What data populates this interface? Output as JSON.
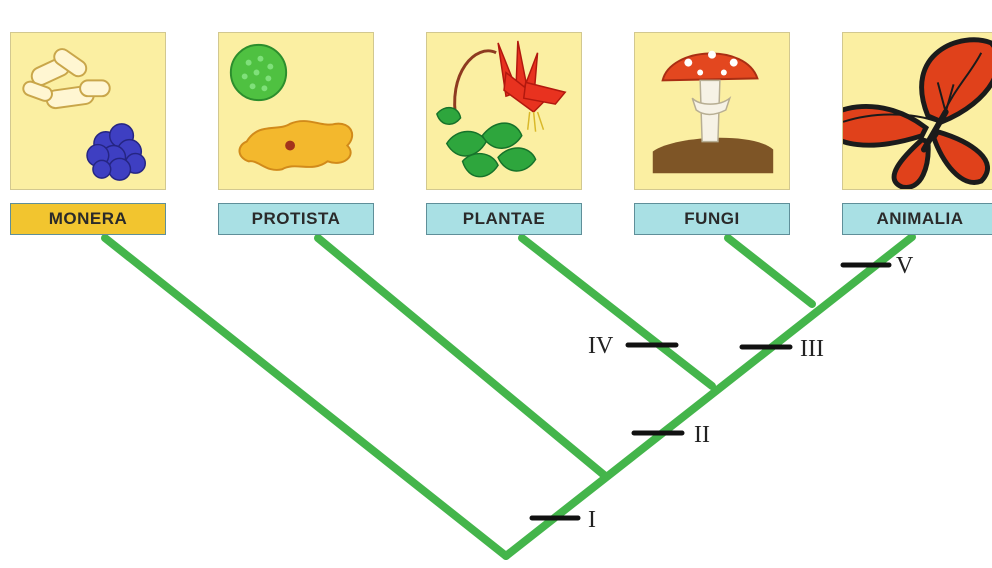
{
  "kingdoms": [
    {
      "key": "monera",
      "label": "MONERA",
      "color": "#f2c52f"
    },
    {
      "key": "protista",
      "label": "PROTISTA",
      "color": "#a9e0e4"
    },
    {
      "key": "plantae",
      "label": "PLANTAE",
      "color": "#a9e0e4"
    },
    {
      "key": "fungi",
      "label": "FUNGI",
      "color": "#a9e0e4"
    },
    {
      "key": "animalia",
      "label": "ANIMALIA",
      "color": "#a9e0e4"
    }
  ],
  "markers": [
    {
      "key": "I",
      "label": "I"
    },
    {
      "key": "II",
      "label": "II"
    },
    {
      "key": "III",
      "label": "III"
    },
    {
      "key": "IV",
      "label": "IV"
    },
    {
      "key": "V",
      "label": "V"
    }
  ],
  "colors": {
    "branch": "#44b54b",
    "panel": "#fbefa2",
    "marker": "#111111",
    "label_text": "#2a2a2a"
  }
}
